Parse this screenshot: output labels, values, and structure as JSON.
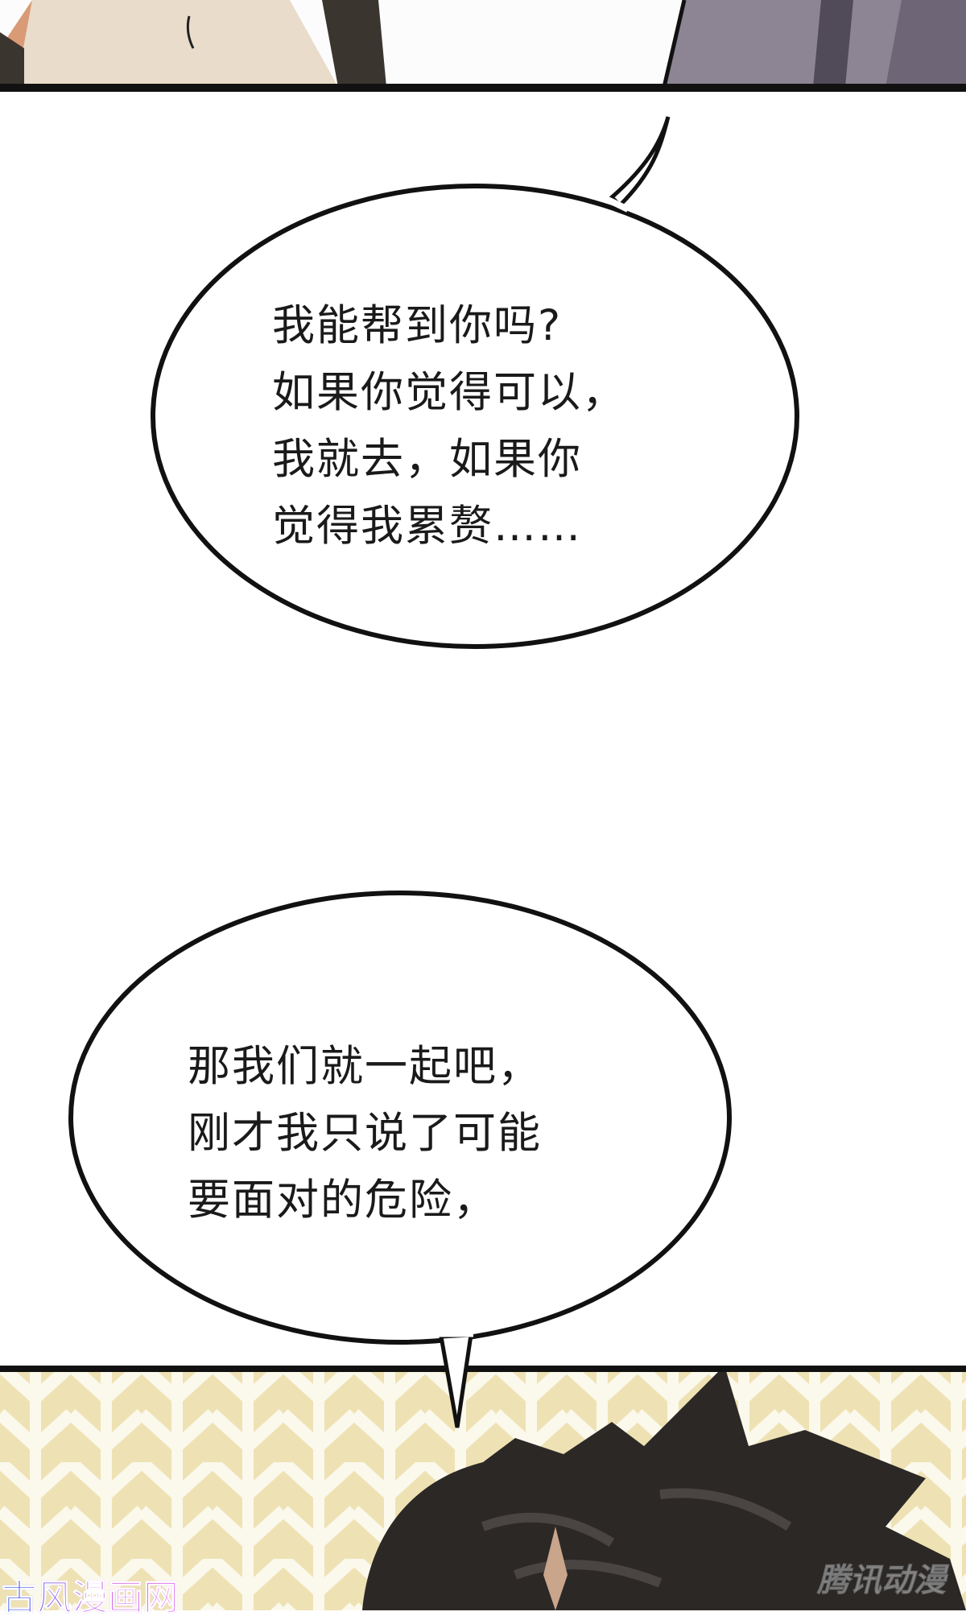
{
  "bubbles": [
    {
      "lines": [
        "我能帮到你吗?",
        "如果你觉得可以，",
        "我就去，如果你",
        "觉得我累赘……"
      ]
    },
    {
      "lines": [
        "那我们就一起吧，",
        "刚才我只说了可能",
        "要面对的危险，"
      ]
    }
  ],
  "watermarks": {
    "left": "古风漫画网",
    "right": "腾讯动漫"
  },
  "colors": {
    "panel_border": "#111111",
    "pattern_light": "#eee2b4",
    "pattern_white": "#fbf8ec",
    "hair": "#2c2826"
  }
}
